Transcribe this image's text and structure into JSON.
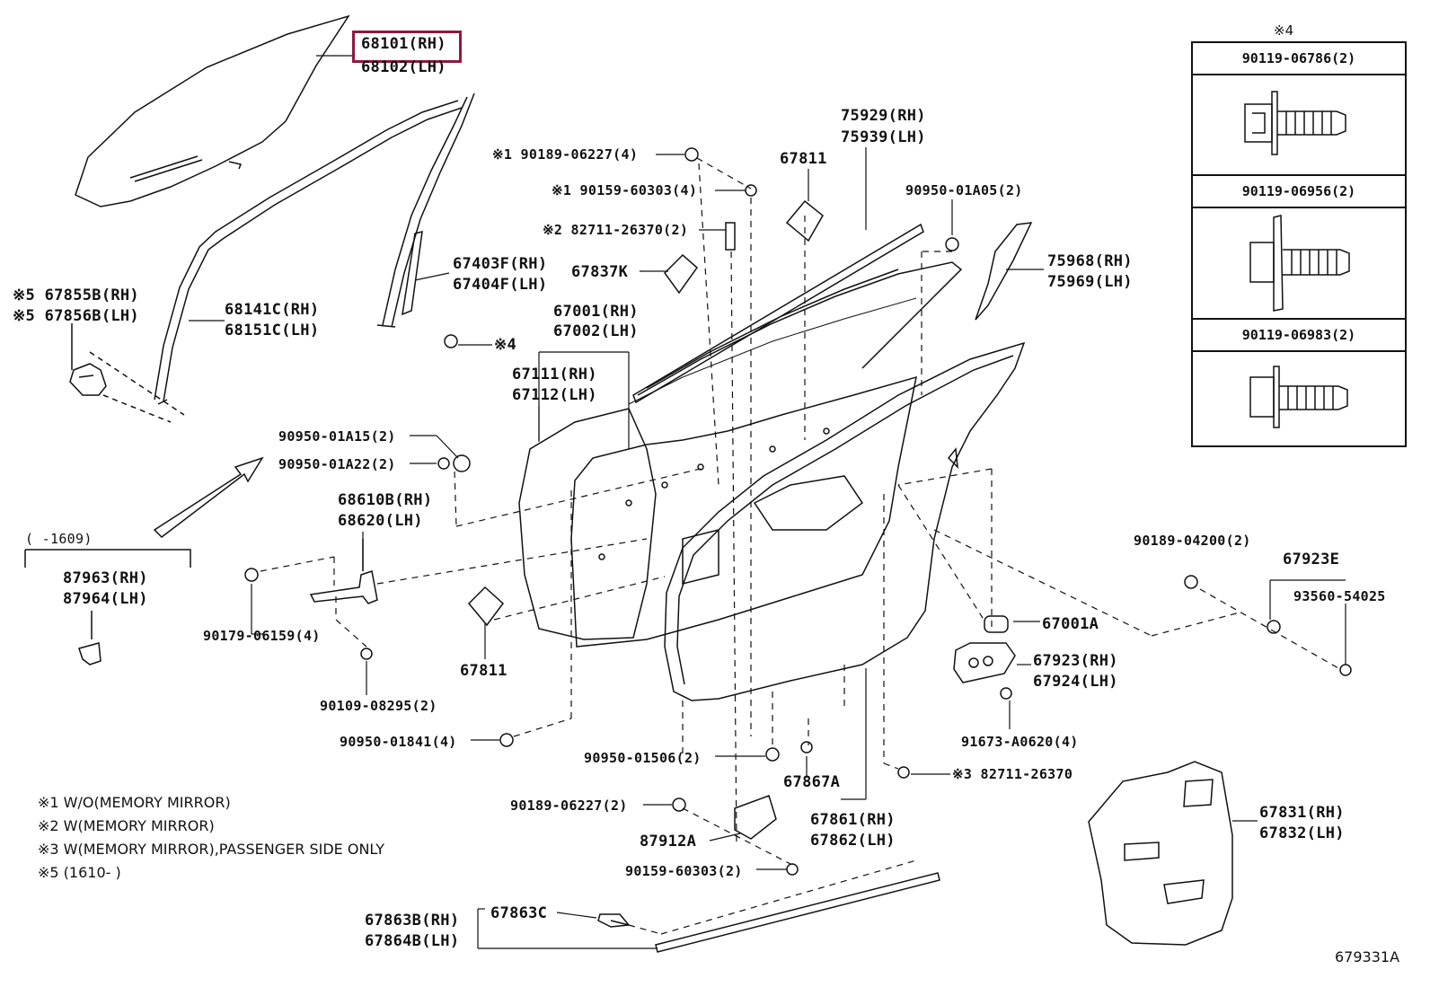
{
  "diagram_id": "679331A",
  "highlighted_part": "68101(RH)",
  "labels": {
    "glass_rh": "68101(RH)",
    "glass_lh": "68102(LH)",
    "run_rh": "68141C(RH)",
    "run_lh": "68151C(LH)",
    "clip_rh": "※5 67855B(RH)",
    "clip_lh": "※5 67856B(LH)",
    "sash_rh": "67403F(RH)",
    "sash_lh": "67404F(LH)",
    "bolt4": "※4",
    "clip1": "※1 90189-06227(4)",
    "screw1": "※1 90159-60303(4)",
    "bracket2": "※2 82711-26370(2)",
    "pad_67837k": "67837K",
    "panel_rh": "67001(RH)",
    "panel_lh": "67002(LH)",
    "outer_rh": "67111(RH)",
    "outer_lh": "67112(LH)",
    "seal_67811_top": "67811",
    "belt_rh": "75929(RH)",
    "belt_lh": "75939(LH)",
    "plug_01a05": "90950-01A05(2)",
    "mould_rh": "75968(RH)",
    "mould_lh": "75969(LH)",
    "plug_01a15": "90950-01A15(2)",
    "plug_01a22": "90950-01A22(2)",
    "check_rh": "68610B(RH)",
    "check_lh": "68620(LH)",
    "range_label": "(  -1609)",
    "emb_rh": "87963(RH)",
    "emb_lh": "87964(LH)",
    "bolt_06159": "90179-06159(4)",
    "bolt_08295": "90109-08295(2)",
    "seal_67811_low": "67811",
    "plug_01841": "90950-01841(4)",
    "plug_01506": "90950-01506(2)",
    "clip_04200": "90189-04200(2)",
    "part_67923e": "67923E",
    "part_93560": "93560-54025",
    "part_67001a": "67001A",
    "brk_rh": "67923(RH)",
    "brk_lh": "67924(LH)",
    "bolt_a0620": "91673-A0620(4)",
    "bracket3": "※3 82711-26370",
    "part_67867a": "67867A",
    "ws_rh": "67861(RH)",
    "ws_lh": "67862(LH)",
    "clip_06227_2": "90189-06227(2)",
    "part_87912a": "87912A",
    "screw_60303_2": "90159-60303(2)",
    "part_67863c": "67863C",
    "sc_rh": "67863B(RH)",
    "sc_lh": "67864B(LH)",
    "film_rh": "67831(RH)",
    "film_lh": "67832(LH)"
  },
  "bolt_table": {
    "heading": "※4",
    "rows": [
      "90119-06786(2)",
      "90119-06956(2)",
      "90119-06983(2)"
    ]
  },
  "notes": [
    "※1 W/O(MEMORY MIRROR)",
    "※2 W(MEMORY MIRROR)",
    "※3 W(MEMORY MIRROR),PASSENGER SIDE ONLY",
    "※5 (1610-    )"
  ]
}
